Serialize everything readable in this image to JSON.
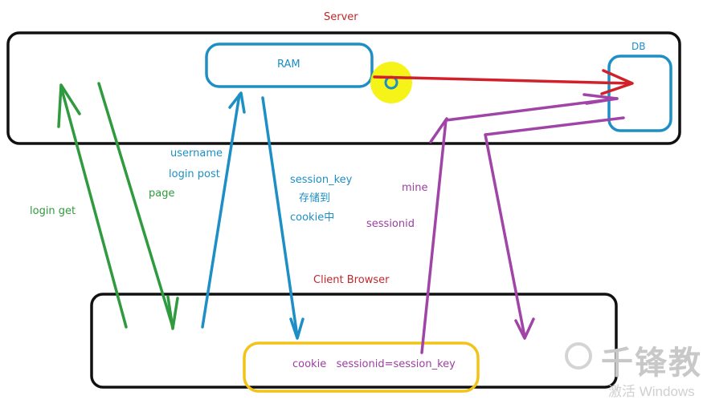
{
  "labels": {
    "server": "Server",
    "ram": "RAM",
    "db": "DB",
    "client_browser": "Client Browser",
    "cookie_box": "cookie   sessionid=session_key",
    "login_get": "login get",
    "username": "username",
    "login_post": "login post",
    "page": "page",
    "session_key": "session_key",
    "stored": "存储到",
    "cookie_cn": "cookie中",
    "mine": "mine",
    "sessionid": "sessionid"
  },
  "watermark": {
    "brand": "千锋教",
    "activate": "激活 Windows"
  },
  "colors": {
    "green": "#2f9a3e",
    "blue": "#1d8fc4",
    "red": "#d1202a",
    "purple": "#a044a8",
    "gold": "#f2c318",
    "highlight": "#f5f200",
    "black": "#111111"
  }
}
